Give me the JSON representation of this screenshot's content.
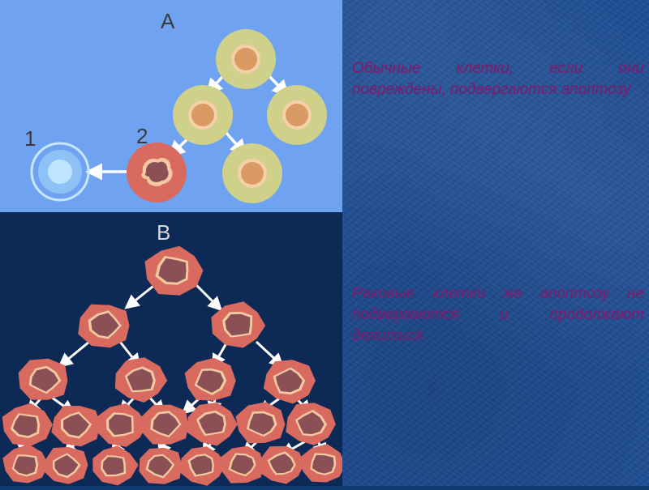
{
  "diagram": {
    "label_a": "A",
    "label_b": "B",
    "label_1": "1",
    "label_2": "2",
    "colors": {
      "panel_a_bg": "#6fa3f2",
      "panel_b_bg": "#0d2a57",
      "normal_cell_outer": "#cfd08a",
      "normal_cell_inner": "#d99a63",
      "cancer_cell_outer": "#d86a60",
      "cancer_nucleus": "#8a5055",
      "apoptotic_cell": "#a9d4f5",
      "arrow": "#ffffff"
    }
  },
  "text": {
    "normal_cells": "Обычные клетки, если они повреждены, подвергаются апоптозу",
    "cancer_cells": "Раковые клетки же апоптозу не подвергаются и продолжают делиться",
    "text_color": "#7a1f6e"
  }
}
